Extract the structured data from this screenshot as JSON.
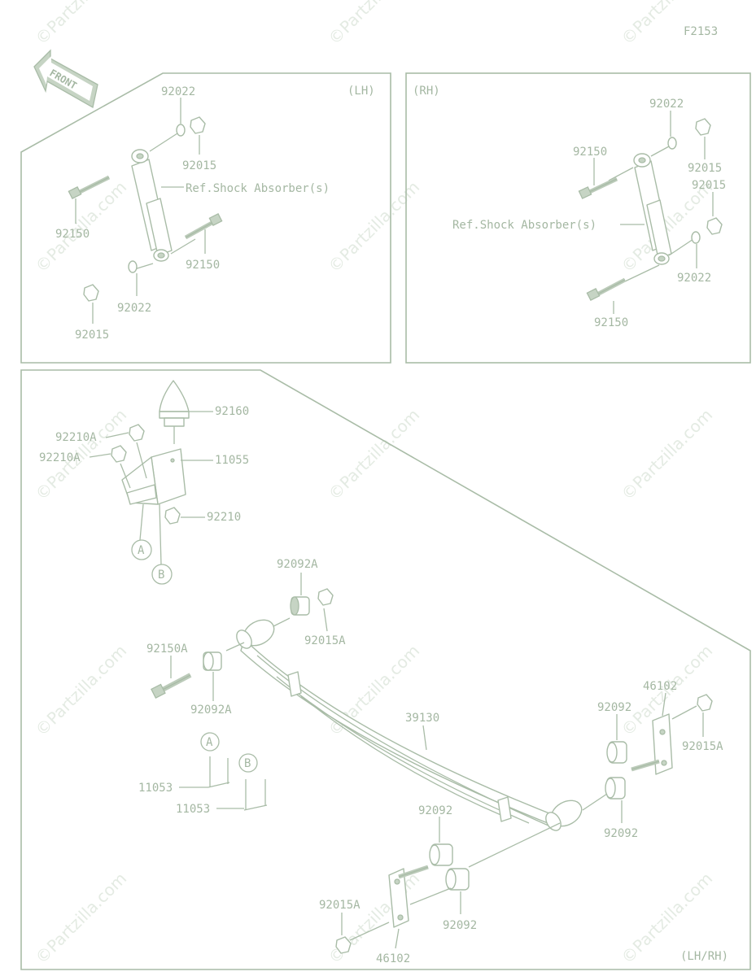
{
  "figure_id": "F2153",
  "panels": {
    "lh": {
      "tag": "(LH)"
    },
    "rh": {
      "tag": "(RH)"
    },
    "main": {
      "tag": "(LH/RH)"
    }
  },
  "front_arrow": "FRONT",
  "watermark": "©Partzilla.com",
  "callouts": {
    "lh_92022_top": "92022",
    "lh_92015_top": "92015",
    "lh_ref": "Ref.Shock Absorber(s)",
    "lh_92150_left": "92150",
    "lh_92150_right": "92150",
    "lh_92022_bottom": "92022",
    "lh_92015_bottom": "92015",
    "rh_92022_top": "92022",
    "rh_92150_top": "92150",
    "rh_92015_top": "92015",
    "rh_92015_mid": "92015",
    "rh_ref": "Ref.Shock Absorber(s)",
    "rh_92022_bottom": "92022",
    "rh_92150_bottom": "92150",
    "m_92160": "92160",
    "m_92210A_1": "92210A",
    "m_92210A_2": "92210A",
    "m_11055": "11055",
    "m_92210": "92210",
    "m_A": "A",
    "m_B": "B",
    "m_92092A_top": "92092A",
    "m_92015A_top": "92015A",
    "m_92150A": "92150A",
    "m_92092A_left": "92092A",
    "m_39130": "39130",
    "m_46102_right": "46102",
    "m_92092_right_upper": "92092",
    "m_92015A_right": "92015A",
    "m_A2": "A",
    "m_B2": "B",
    "m_11053_1": "11053",
    "m_11053_2": "11053",
    "m_92092_right_lower": "92092",
    "m_92092_bottom_upper": "92092",
    "m_92092_bottom_lower": "92092",
    "m_92015A_bottom": "92015A",
    "m_46102_bottom": "46102"
  }
}
